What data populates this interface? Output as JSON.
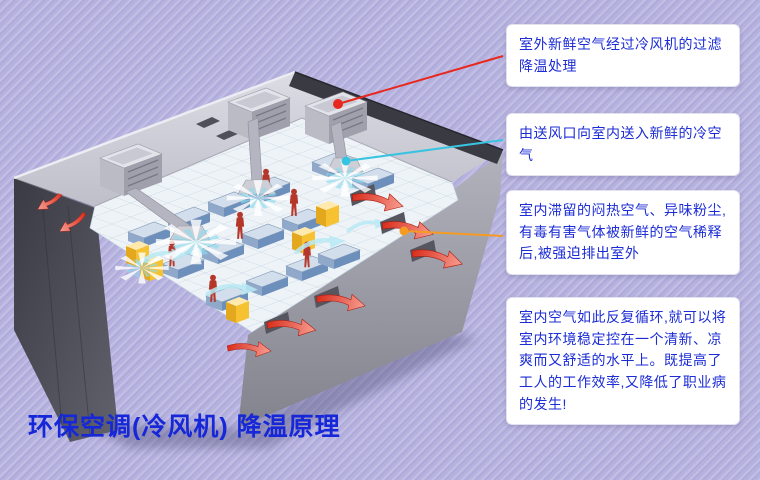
{
  "title": {
    "text": "环保空调(冷风机) 降温原理"
  },
  "callouts": [
    {
      "name": "fresh-air-intake",
      "text": "室外新鲜空气经过冷风机的过滤降温处理",
      "accent": "#e8281e"
    },
    {
      "name": "cold-air-supply",
      "text": "由送风口向室内送入新鲜的冷空气",
      "accent": "#38c4e0"
    },
    {
      "name": "exhaust-dilution",
      "text": "室内滞留的闷热空气、异味粉尘,有毒有害气体被新鲜的空气稀释后,被强迫排出室外",
      "accent": "#f59b24"
    },
    {
      "name": "cycle-summary",
      "text": "室内空气如此反复循环,就可以将室内环境稳定控在一个清新、凉爽而又舒适的水平上。既提高了工人的工作效率,又降低了职业病的发生!",
      "accent": null
    }
  ],
  "colors": {
    "fresh_red": "#e8281e",
    "supply_cyan": "#38c4e0",
    "exhaust_orange": "#f59b24",
    "title_blue": "#1527d8",
    "callout_text": "#1c2cd6",
    "background": "#b6b2df"
  }
}
